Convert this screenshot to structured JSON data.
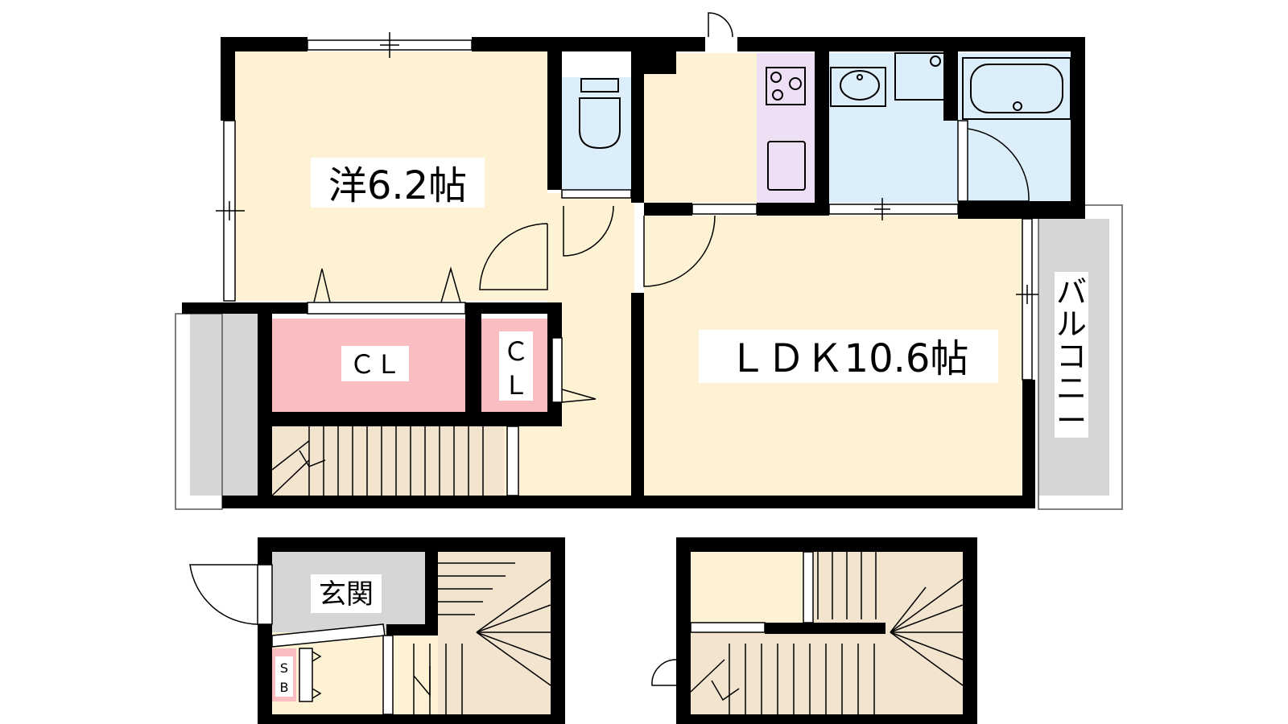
{
  "labels": {
    "western_room": "洋6.2帖",
    "ldk": "ＬＤＫ10.6帖",
    "closet_main": "ＣＬ",
    "closet_small_c": "Ｃ",
    "closet_small_l": "Ｌ",
    "balcony": [
      "バ",
      "ル",
      "コ",
      "ニ",
      "ー"
    ],
    "entrance": "玄関",
    "shoe_box_s": "S",
    "shoe_box_b": "B"
  },
  "colors": {
    "floor": "#FDF2D3",
    "wet": "#DDEEFB",
    "kitchen": "#EEDFF5",
    "closet": "#F9BCC0",
    "outdoor": "#D6D6D6",
    "wall": "#000000",
    "stairs": "#F2E4CE"
  }
}
